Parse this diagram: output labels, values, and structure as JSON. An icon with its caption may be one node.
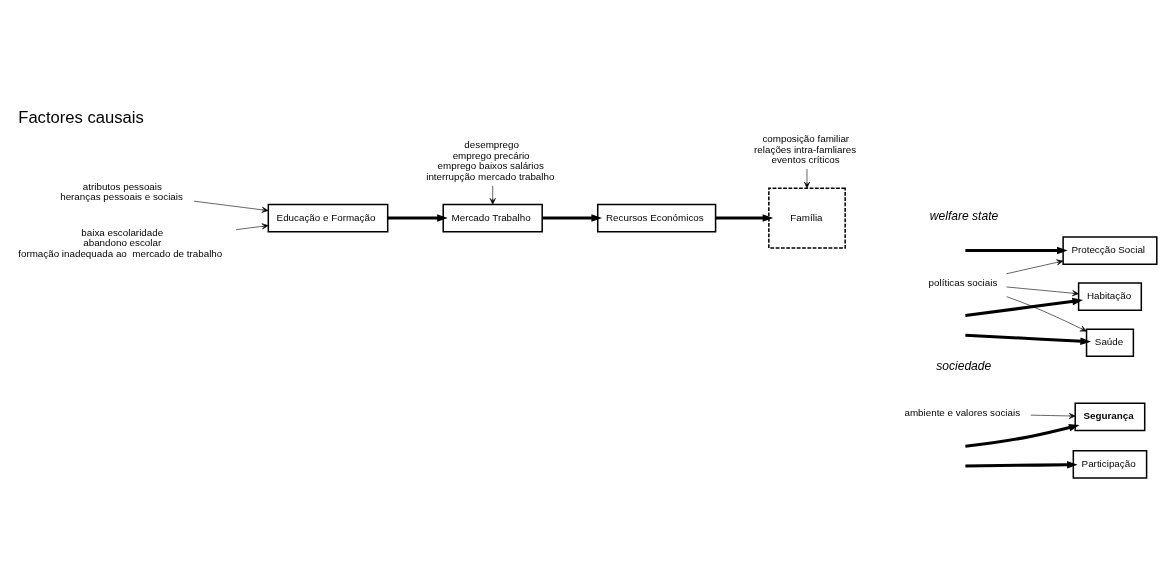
{
  "diagram": {
    "title": "Factores causais",
    "nodes": [
      {
        "text": [
          "atributos pessoais",
          "heranças pessoais e sociais"
        ]
      },
      {
        "text": [
          "Educação e Formação"
        ]
      },
      {
        "text": [
          "Mercado Trabalho"
        ]
      },
      {
        "text": [
          "Recursos Económicos"
        ]
      },
      {
        "text": [
          "Família"
        ]
      },
      {
        "text": [
          "Protecção Social"
        ]
      },
      {
        "text": [
          "Habitação"
        ]
      },
      {
        "text": [
          "Saúde"
        ]
      },
      {
        "text": [
          "**Segurança**"
        ]
      },
      {
        "text": [
          "Participação"
        ]
      },
      {
        "text": [
          "baixa escolaridade",
          "abandono escolar",
          "formação inadequada ao  mercado de trabalho"
        ]
      },
      {
        "text": [
          "desemprego",
          "emprego precário",
          "emprego baixos salários",
          "interrupção mercado trabalho"
        ]
      },
      {
        "text": [
          "composição familiar",
          "relações intra-famliares",
          "eventos críticos"
        ]
      },
      {
        "text": [
          "políticas sociais"
        ]
      },
      {
        "text": [
          "ambiente e valores sociais"
        ]
      }
    ],
    "edges": [
      {
        "from": 0,
        "to": 1,
        "arrow": "to"
      },
      {
        "from": 1,
        "to": 2,
        "arrow": "to",
        "style": "thick"
      },
      {
        "from": 2,
        "to": 3,
        "arrow": "to",
        "style": "thick"
      },
      {
        "from": 3,
        "to": 4,
        "arrow": "to",
        "style": "thick"
      },
      {
        "from": null,
        "to": 5,
        "arrow": "to",
        "style": "thick"
      },
      {
        "from": null,
        "to": 6,
        "arrow": "to",
        "style": "thick"
      },
      {
        "from": null,
        "to": 7,
        "arrow": "to",
        "style": "thick"
      },
      {
        "from": null,
        "to": 8,
        "arrow": "to",
        "style": "thick"
      },
      {
        "from": null,
        "to": 9,
        "arrow": "to",
        "style": "thick"
      },
      {
        "from": 10,
        "to": 1,
        "arrow": "to"
      },
      {
        "from": 11,
        "to": 2,
        "arrow": "to"
      },
      {
        "from": 12,
        "to": 4,
        "arrow": "to"
      },
      {
        "from": 13,
        "to": 5,
        "arrow": "to"
      },
      {
        "from": 13,
        "to": 6,
        "arrow": "to"
      },
      {
        "from": 13,
        "to": 7,
        "arrow": "to"
      },
      {
        "from": 14,
        "to": 8,
        "arrow": "to"
      }
    ],
    "labels": [
      "*welfare state*",
      "*sociedade*"
    ]
  }
}
